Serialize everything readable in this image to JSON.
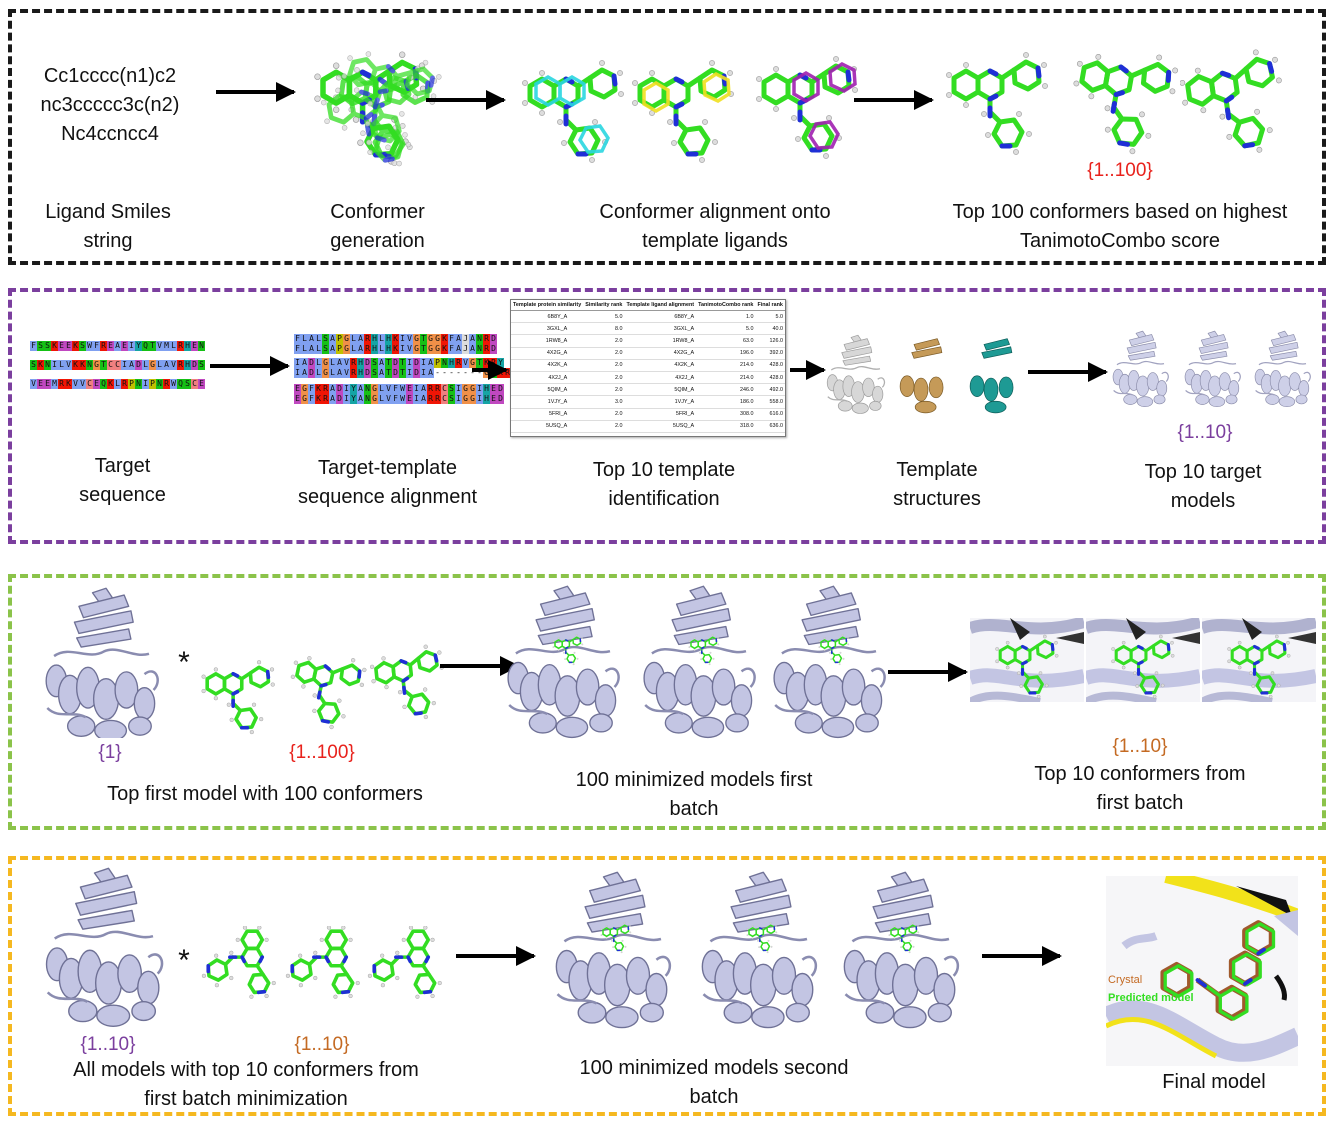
{
  "colors": {
    "panel1_border": "#1a1a1a",
    "panel2_border": "#7b3f9e",
    "panel3_border": "#8bc34a",
    "panel4_border": "#f5b820",
    "ligand_green": "#33dd22",
    "nitrogen_blue": "#1f2fd6",
    "protein_lavender": "#c3c5e3",
    "red_label": "#e8221c",
    "purple_label": "#7b3f9e",
    "orange_label": "#c46a23"
  },
  "panel1": {
    "smiles": "Cc1cccc(n1)c2\nnc3ccccc3c(n2)\nNc4ccncc4",
    "labels": {
      "smiles": "Ligand Smiles\nstring",
      "conformer_generation": "Conformer\ngeneration",
      "alignment": "Conformer alignment onto\ntemplate ligands",
      "top100": "Top 100 conformers based on highest\nTanimotoCombo score"
    },
    "range": "{1..100}"
  },
  "panel2": {
    "labels": {
      "target_sequence": "Target\nsequence",
      "alignment": "Target-template\nsequence alignment",
      "top10_identification": "Top 10 template\nidentification",
      "template_structures": "Template\nstructures",
      "top10_models": "Top 10 target\nmodels"
    },
    "range": "{1..10}",
    "sequences": {
      "target": [
        "FSSKEEKSWFREAEIYQTVMLRHEN",
        "SKNILVKKNGTCCIADLGLAVRHDS",
        "VEEMRKVVCEQKLRPNIPNRWQSCE"
      ],
      "alignment": [
        "FLALSAPGLARHLHKIVGTGGKFAJANRD",
        "FLALSAPGLARHLHKIVGTGGKFAJANRD",
        "IADLGLAVRHDSATDTIDIAPNHRVGTKRY",
        "IADLGLAVRHDSATDTIDIA-------GTKRE",
        "EGFKRADIYANGLVFWEIARRCSIGGIHED",
        "EGFKRADIYANGLVFWEIARRCSIGGIHED"
      ]
    },
    "template_table": {
      "headers": [
        "Template protein similarity",
        "Similarity rank",
        "Template ligand alignment",
        "TanimotoCombo rank",
        "Final rank"
      ],
      "rows": [
        [
          "6B8Y_A",
          "5.0",
          "6B8Y_A",
          "1.0",
          "5.0"
        ],
        [
          "3GXL_A",
          "8.0",
          "3GXL_A",
          "5.0",
          "40.0"
        ],
        [
          "1RW8_A",
          "2.0",
          "1RW8_A",
          "63.0",
          "126.0"
        ],
        [
          "4X2G_A",
          "2.0",
          "4X2G_A",
          "196.0",
          "392.0"
        ],
        [
          "4X2K_A",
          "2.0",
          "4X2K_A",
          "214.0",
          "428.0"
        ],
        [
          "4X2J_A",
          "2.0",
          "4X2J_A",
          "214.0",
          "428.0"
        ],
        [
          "5QIM_A",
          "2.0",
          "5QIM_A",
          "246.0",
          "492.0"
        ],
        [
          "1VJY_A",
          "3.0",
          "1VJY_A",
          "186.0",
          "558.0"
        ],
        [
          "5FRI_A",
          "2.0",
          "5FRI_A",
          "308.0",
          "616.0"
        ],
        [
          "5USQ_A",
          "2.0",
          "5USQ_A",
          "318.0",
          "636.0"
        ]
      ]
    }
  },
  "panel3": {
    "labels": {
      "top_first_model": "Top first model with 100 conformers",
      "minimized_first": "100 minimized models first\nbatch",
      "top10_first": "Top 10 conformers from\nfirst batch"
    },
    "range_model": "{1}",
    "range_conformers": "{1..100}",
    "range_top10": "{1..10}",
    "multiply": "*"
  },
  "panel4": {
    "labels": {
      "all_models": "All models with top 10 conformers from\nfirst batch minimization",
      "minimized_second": "100 minimized models second\nbatch",
      "final_model": "Final model"
    },
    "range_models": "{1..10}",
    "range_conformers": "{1..10}",
    "multiply": "*",
    "inset": {
      "crystal": "Crystal",
      "predicted": "Predicted model"
    }
  }
}
